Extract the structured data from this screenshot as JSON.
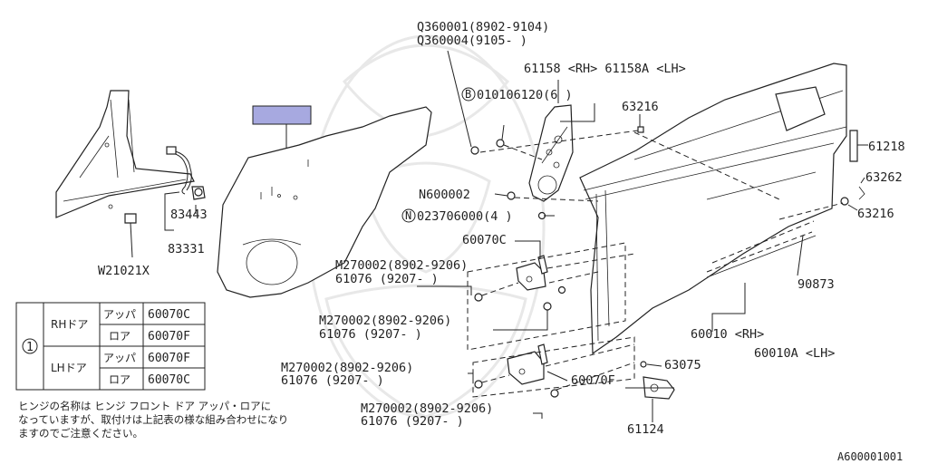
{
  "parts": {
    "q_line1": "Q360001(8902-9104)",
    "q_line2": "Q360004(9105-      )",
    "p61158": "61158 <RH> 61158A <LH>",
    "b_bolt": "010106120(6  )",
    "b_circle": "B",
    "p63216_top": "63216",
    "p61218": "61218",
    "p63262": "63262",
    "p63216_right": "63216",
    "n600002": "N600002",
    "n_circle": "N",
    "n_nut": "023706000(4  )",
    "p60070c": "60070C",
    "p90873": "90873",
    "p83443": "83443",
    "p83331": "83331",
    "w21021x": "W21021X",
    "hinge_upper_1": "M270002(8902-9206)",
    "hinge_upper_2": "61076     (9207-     )",
    "hinge_mid_1": "M270002(8902-9206)",
    "hinge_mid_2": "61076    (9207-     )",
    "hinge_lower_1": "M270002(8902-9206)",
    "hinge_lower_2": "61076     (9207-     )",
    "hinge_bottom_1": "M270002(8902-9206)",
    "hinge_bottom_2": "61076     (9207-     )",
    "p60010": "60010  <RH>",
    "p60010a": "60010A <LH>",
    "p63075": "63075",
    "p60070f": "60070F",
    "p61124": "61124",
    "figure_id": "A600001001"
  },
  "table": {
    "index": "1",
    "rows": [
      {
        "door": "RHドア",
        "pos": "アッパ",
        "part": "60070C"
      },
      {
        "door": "",
        "pos": "ロア",
        "part": "60070F"
      },
      {
        "door": "LHドア",
        "pos": "アッパ",
        "part": "60070F"
      },
      {
        "door": "",
        "pos": "ロア",
        "part": "60070C"
      }
    ]
  },
  "note": {
    "line1": "ヒンジの名称は ヒンジ フロント ドア アッパ・ロアに",
    "line2": "なっていますが、取付けは上記表の様な組み合わせになり",
    "line3": "ますのでご注意ください。"
  },
  "colors": {
    "label_box": "#a7a9e0",
    "ink": "#222222",
    "watermark": "#e8e8e8"
  }
}
